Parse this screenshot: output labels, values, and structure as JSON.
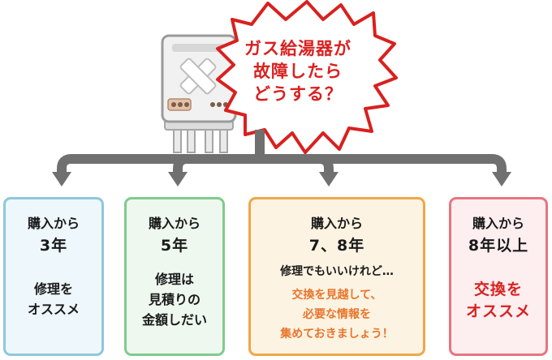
{
  "title": {
    "line1": "ガス給湯器が",
    "line2": "故障したら",
    "line3": "どうする？"
  },
  "colors": {
    "title_red": "#d8211f",
    "arrow_gray": "#707070",
    "blue_border": "#8ec7dd",
    "green_border": "#7fcb8e",
    "orange_border": "#f0a746",
    "red_border": "#e8747e",
    "orange_text": "#e8752a"
  },
  "cards": [
    {
      "head1": "購入から",
      "head2": "3年",
      "body": [
        "修理を",
        "オススメ"
      ]
    },
    {
      "head1": "購入から",
      "head2": "5年",
      "body": [
        "修理は",
        "見積りの",
        "金額しだい"
      ]
    },
    {
      "head1": "購入から",
      "head2": "7、8年",
      "note": "修理でもいいけれど…",
      "body": [
        "交換を見越して、",
        "必要な情報を",
        "集めておきましょう！"
      ]
    },
    {
      "head1": "購入から",
      "head2": "8年以上",
      "body": [
        "交換を",
        "オススメ"
      ]
    }
  ]
}
